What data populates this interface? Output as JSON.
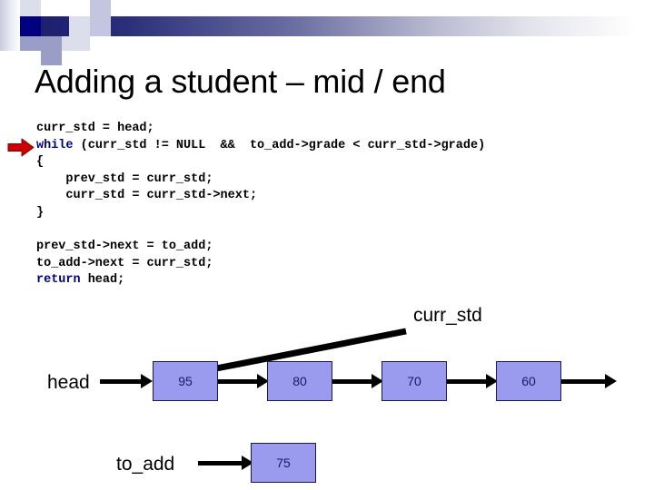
{
  "slide": {
    "title": "Adding a student – mid / end",
    "code_lines": [
      {
        "indent": 0,
        "segments": [
          {
            "text": "curr_std = head;",
            "kind": "plain"
          }
        ]
      },
      {
        "indent": 0,
        "segments": [
          {
            "text": "while",
            "kind": "keyword"
          },
          {
            "text": " (curr_std != NULL  &&  to_add->grade < curr_std->grade)",
            "kind": "plain"
          }
        ]
      },
      {
        "indent": 0,
        "segments": [
          {
            "text": "{",
            "kind": "plain"
          }
        ]
      },
      {
        "indent": 1,
        "segments": [
          {
            "text": "prev_std = curr_std;",
            "kind": "plain"
          }
        ]
      },
      {
        "indent": 1,
        "segments": [
          {
            "text": "curr_std = curr_std->next;",
            "kind": "plain"
          }
        ]
      },
      {
        "indent": 0,
        "segments": [
          {
            "text": "}",
            "kind": "plain"
          }
        ]
      },
      {
        "indent": 0,
        "segments": [
          {
            "text": "",
            "kind": "plain"
          }
        ]
      },
      {
        "indent": 0,
        "segments": [
          {
            "text": "prev_std->next = to_add;",
            "kind": "plain"
          }
        ]
      },
      {
        "indent": 0,
        "segments": [
          {
            "text": "to_add->next = curr_std;",
            "kind": "plain"
          }
        ]
      },
      {
        "indent": 0,
        "segments": [
          {
            "text": "return",
            "kind": "keyword"
          },
          {
            "text": " head;",
            "kind": "plain"
          }
        ]
      }
    ],
    "marker": {
      "name": "red-right-arrow",
      "color": "#CC0000",
      "points_at_line": 1
    },
    "diagram": {
      "pointer_labels": [
        {
          "id": "curr_std",
          "text": "curr_std"
        },
        {
          "id": "head",
          "text": "head"
        },
        {
          "id": "to_add",
          "text": "to_add"
        }
      ],
      "list_nodes": [
        {
          "value": "95"
        },
        {
          "value": "80"
        },
        {
          "value": "70"
        },
        {
          "value": "60"
        }
      ],
      "new_node": {
        "value": "75"
      },
      "node_fill": "#9A9AEE",
      "node_border": "#1A1A4E",
      "arrow_color": "#000000"
    }
  }
}
